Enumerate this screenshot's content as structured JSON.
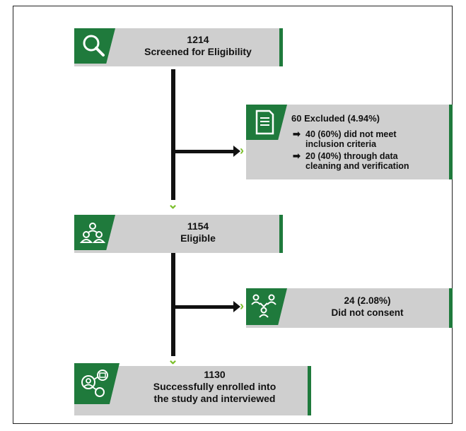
{
  "flow": {
    "screened": {
      "count": "1214",
      "label": "Screened for Eligibility",
      "icon": "magnifier-icon"
    },
    "excluded": {
      "title": "60 Excluded (4.94%)",
      "icon": "document-icon",
      "items": [
        {
          "line1": "40 (60%) did not meet",
          "line2": "inclusion criteria"
        },
        {
          "line1": "20 (40%) through data",
          "line2": "cleaning and verification"
        }
      ]
    },
    "eligible": {
      "count": "1154",
      "label": "Eligible",
      "icon": "people-group-icon"
    },
    "no_consent": {
      "line1": "24 (2.08%)",
      "line2": "Did not consent",
      "icon": "people-network-icon"
    },
    "enrolled": {
      "count": "1130",
      "line1": "Successfully enrolled into",
      "line2": "the study and interviewed",
      "icon": "interview-icon"
    }
  },
  "colors": {
    "accent_green": "#1f7a3c",
    "arrow_head_green": "#7bbf2a",
    "box_gray": "#cfcfcf"
  }
}
